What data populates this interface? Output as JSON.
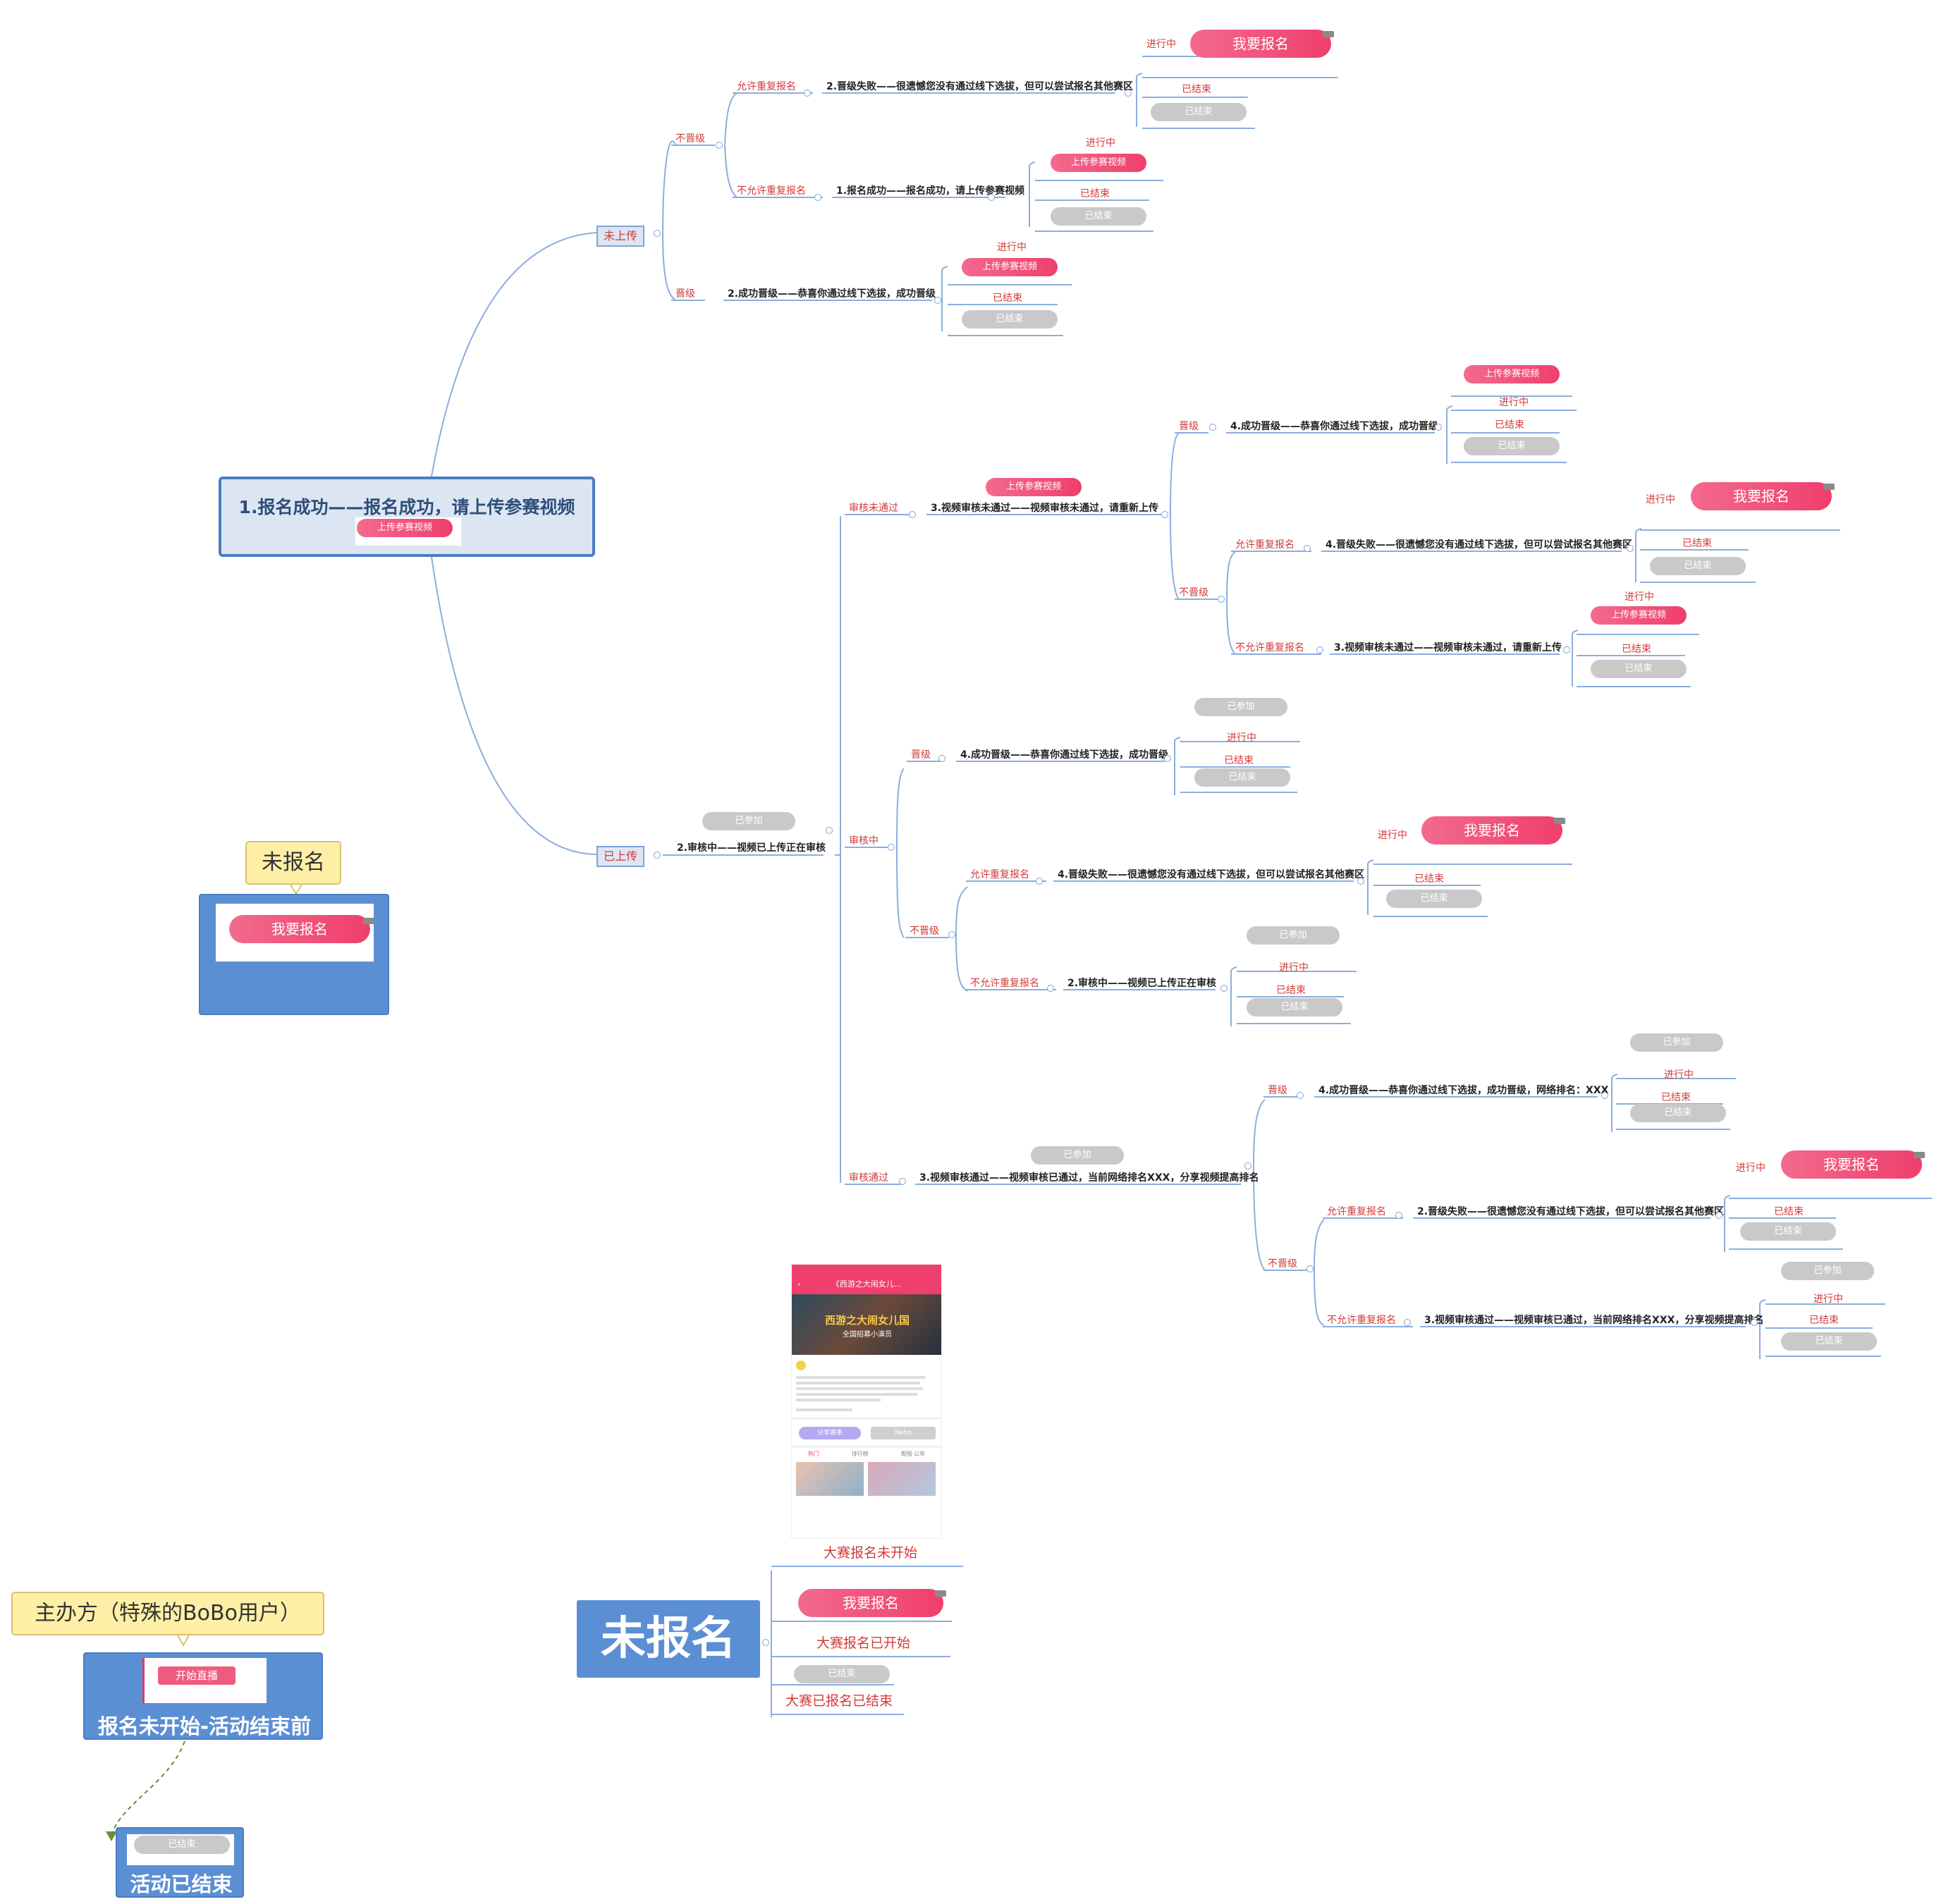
{
  "colors": {
    "accent_pink": "#ef3f6c",
    "connector": "#8aaede",
    "branch_text": "#d23a3a",
    "box_blue": "#5b8fd4",
    "callout": "#fdf0a6"
  },
  "root": {
    "title": "1.报名成功——报名成功，请上传参赛视频",
    "button": "上传参赛视频"
  },
  "cats": {
    "not_uploaded": "未上传",
    "uploaded": "已上传"
  },
  "t": {
    "not_promoted": "不晋级",
    "promoted": "晋级",
    "allow_re": "允许重复报名",
    "disallow_re": "不允许重复报名",
    "in_progress": "进行中",
    "ended": "已结束",
    "joined": "已参加",
    "signup": "我要报名",
    "upload": "上传参赛视频",
    "reviewing": "审核中",
    "review_failed": "审核未通过",
    "review_passed": "审核通过",
    "fail_other": "2.晋级失败——很遗憾您没有通过线下选拔，但可以尝试报名其他赛区",
    "fail_other4": "4.晋级失败——很遗憾您没有通过线下选拔，但可以尝试报名其他赛区",
    "upload_msg": "1.报名成功——报名成功，请上传参赛视频",
    "promo2": "2.成功晋级——恭喜你通过线下选拔，成功晋级",
    "promo4": "4.成功晋级——恭喜你通过线下选拔，成功晋级",
    "promo4b": "4.成功晋级——恭喜你通过线下选拔，成功晋级，网络排名：XXX",
    "reject3": "3.视频审核未通过——视频审核未通过，请重新上传",
    "review2": "2.审核中——视频已上传正在审核",
    "pass3": "3.视频审核通过——视频审核已通过，当前网络排名XXX，分享视频提高排名"
  },
  "left": {
    "callout1": "未报名",
    "signup": "我要报名",
    "callout2": "主办方（特殊的BoBo用户）",
    "live_btn": "开始直播",
    "box_title": "报名未开始-活动结束前",
    "end_btn": "已结束",
    "end_title": "活动已结束"
  },
  "bottom": {
    "title": "未报名",
    "items": [
      "大赛报名未开始",
      "我要报名",
      "大赛报名已开始",
      "已结束",
      "大赛已报名已结束"
    ]
  },
  "phone": {
    "header": "《西游之大闹女儿...",
    "poster_line1": "西游之大闹女儿国",
    "poster_line2": "全国招募小演员",
    "share": "分享赛事",
    "follow": "Nebo",
    "tab1": "热门",
    "tab2": "排行榜",
    "tab3": "周围·公布"
  }
}
